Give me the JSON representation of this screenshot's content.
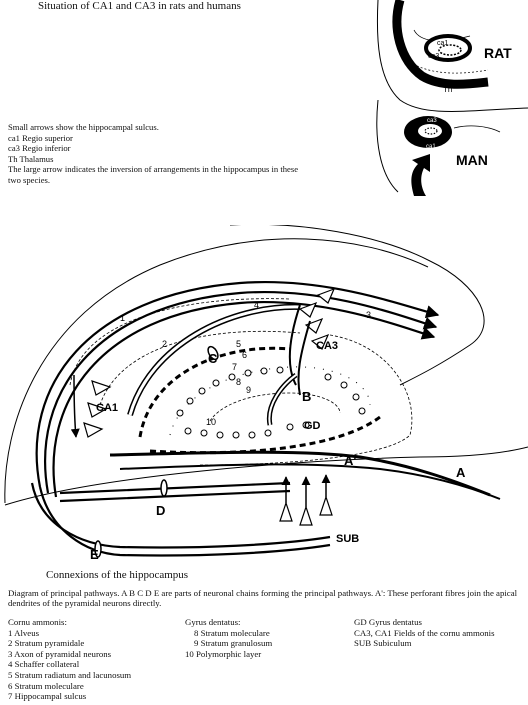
{
  "title": "Situation of CA1 and CA3 in rats and humans",
  "inset": {
    "rat_label": "RAT",
    "man_label": "MAN",
    "th_label": "Th",
    "ca1_label": "ca1",
    "ca3_label": "ca3",
    "man_ca1_label": "ca1",
    "man_ca3_label": "ca3"
  },
  "notes": [
    "Small arrows show the hippocampal sulcus.",
    "ca1  Regio superior",
    "ca3  Regio inferior",
    "Th   Thalamus",
    "The large arrow indicates the inversion of arrangements in the hippocampus in these",
    "two species."
  ],
  "diagram": {
    "labels": {
      "n1": "1",
      "n2": "2",
      "n3": "3",
      "n4": "4",
      "n5": "5",
      "n6": "6",
      "n7": "7",
      "n8": "8",
      "n9": "9",
      "n10": "10",
      "A": "A",
      "A_prime": "A'",
      "B": "B",
      "C": "C",
      "D": "D",
      "E": "E",
      "CA1": "CA1",
      "CA3": "CA3",
      "GD": "GD",
      "SUB": "SUB"
    },
    "caption": "Connexions of the hippocampus"
  },
  "description": "Diagram of principal pathways. A B C D E are parts of neuronal chains forming the principal pathways. A': These perforant fibres join the apical dendrites of the pyramidal neurons directly.",
  "legend": {
    "col1": [
      "Cornu ammonis:",
      "1 Alveus",
      "2 Stratum pyramidale",
      "3 Axon of pyramidal neurons",
      "4 Schaffer collateral",
      "5 Stratum radiatum and lacunosum",
      "6 Stratum moleculare",
      "7 Hippocampal sulcus"
    ],
    "col2_title": "Gyrus dentatus:",
    "col2": [
      "8 Stratum moleculare",
      "9 Stratum granulosum",
      "10 Polymorphic layer"
    ],
    "col3": [
      "GD Gyrus dentatus",
      "CA3, CA1 Fields of the cornu ammonis",
      "SUB Subiculum"
    ]
  }
}
